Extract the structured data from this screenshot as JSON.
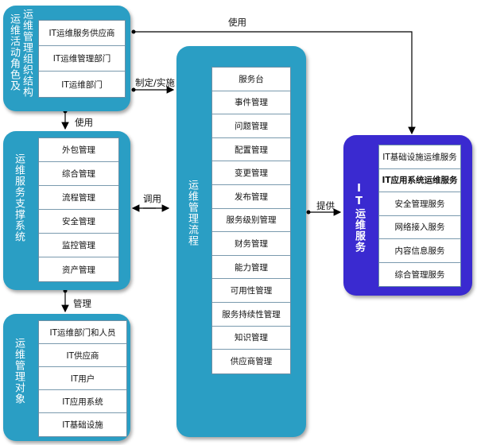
{
  "org": {
    "title": "运维管理组织结构",
    "title2": "运维活动角色及",
    "items": [
      "IT运维服务供应商",
      "IT运维管理部门",
      "IT运维部门"
    ]
  },
  "support": {
    "title": "运维服务支撑系统",
    "items": [
      "外包管理",
      "综合管理",
      "流程管理",
      "安全管理",
      "监控管理",
      "资产管理"
    ]
  },
  "objects": {
    "title": "运维管理对象",
    "items": [
      "IT运维部门和人员",
      "IT供应商",
      "IT用户",
      "IT应用系统",
      "IT基础设施"
    ]
  },
  "process": {
    "title": "运维管理流程",
    "items": [
      "服务台",
      "事件管理",
      "问题管理",
      "配置管理",
      "变更管理",
      "发布管理",
      "服务级别管理",
      "财务管理",
      "能力管理",
      "可用性管理",
      "服务持续性管理",
      "知识管理",
      "供应商管理"
    ]
  },
  "services": {
    "title": "IT运维服务",
    "items": [
      "IT基础设施运维服务",
      "IT应用系统运维服务",
      "安全管理服务",
      "网络接入服务",
      "内容信息服务",
      "综合管理服务"
    ]
  },
  "labels": {
    "use_top": "使用",
    "formulate": "制定/实施",
    "use_left": "使用",
    "invoke": "调用",
    "provide": "提供",
    "manage": "管理"
  },
  "colors": {
    "teal": "#2a9ec4",
    "purple": "#3a2ad0"
  }
}
